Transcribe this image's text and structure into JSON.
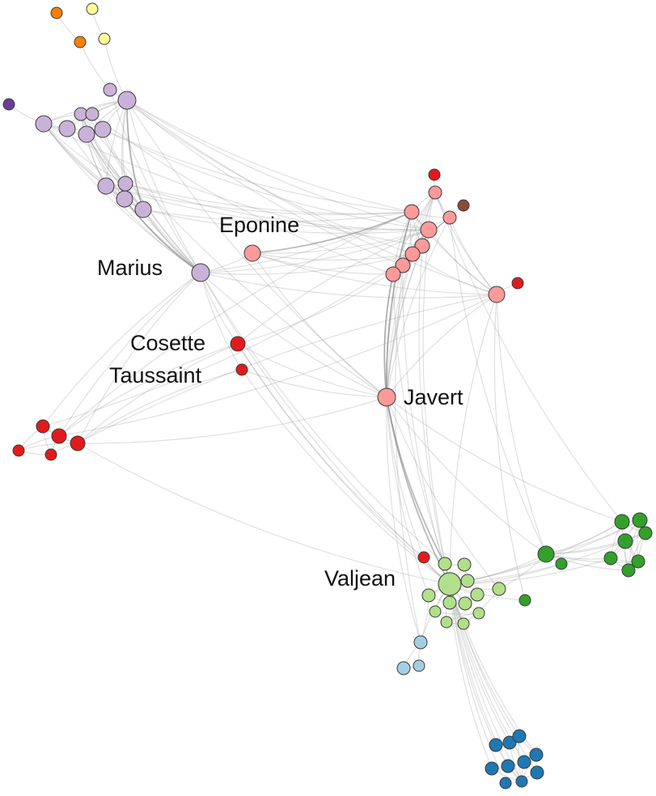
{
  "labels": {
    "eponine": "Eponine",
    "marius": "Marius",
    "cosette": "Cosette",
    "taussaint": "Taussaint",
    "javert": "Javert",
    "valjean": "Valjean"
  },
  "colors": {
    "purple_light": "#c9b2d8",
    "purple_dark": "#6a3d9a",
    "orange": "#ff7f00",
    "yellow": "#fdfd99",
    "pink": "#fb9a99",
    "red": "#e31a1c",
    "brown": "#8c4b3c",
    "green_light": "#b2df8a",
    "green_dark": "#33a02c",
    "blue_light": "#a6cee3",
    "blue_dark": "#1f78b4"
  }
}
